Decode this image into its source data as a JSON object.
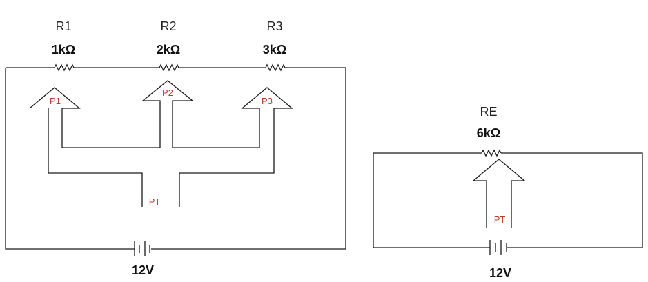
{
  "left_circuit": {
    "resistors": [
      {
        "name": "R1",
        "value": "1kΩ",
        "power_label": "P1"
      },
      {
        "name": "R2",
        "value": "2kΩ",
        "power_label": "P2"
      },
      {
        "name": "R3",
        "value": "3kΩ",
        "power_label": "P3"
      }
    ],
    "total_power_label": "PT",
    "source": "12V"
  },
  "right_circuit": {
    "resistor": {
      "name": "RE",
      "value": "6kΩ"
    },
    "power_label": "PT",
    "source": "12V"
  },
  "colors": {
    "wire": "#1a1a1a",
    "power_label": "#c0392b"
  }
}
